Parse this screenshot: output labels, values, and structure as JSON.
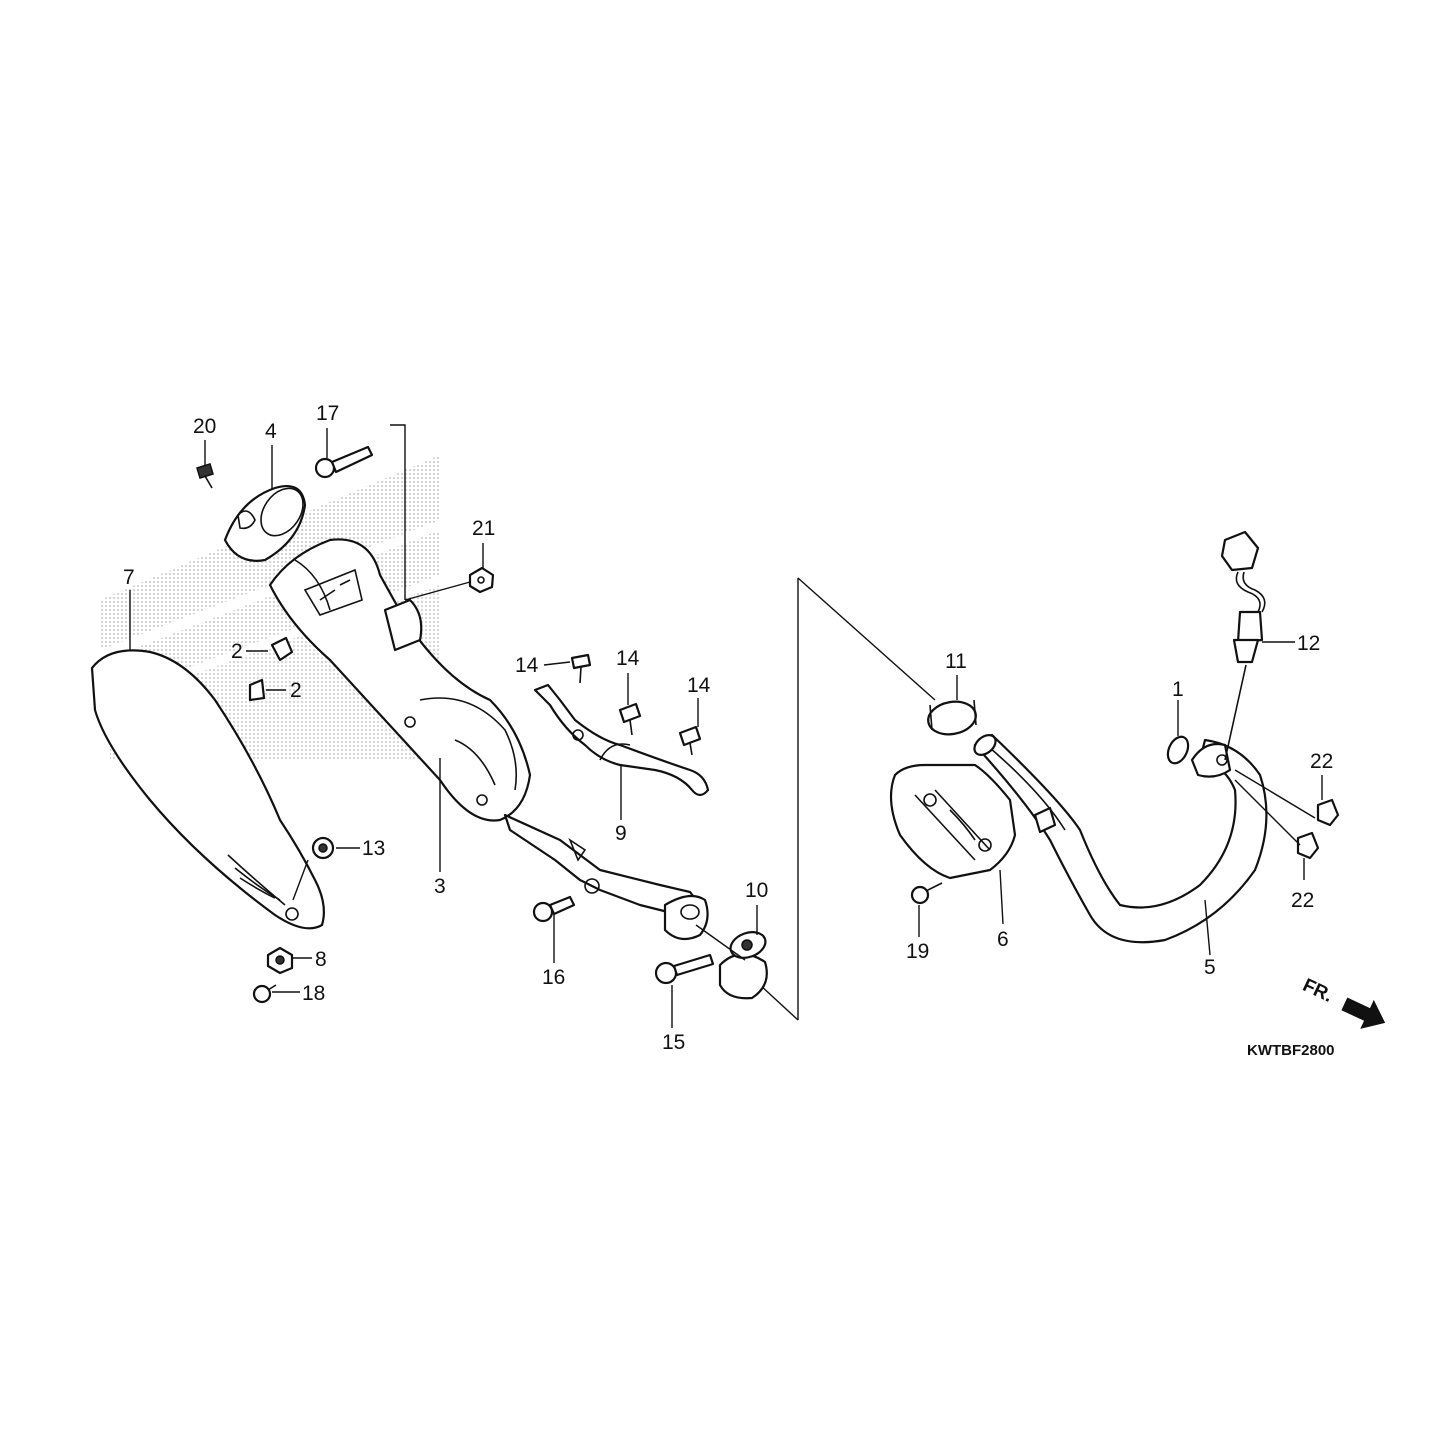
{
  "diagram": {
    "code": "KWTBF2800",
    "direction_label": "FR.",
    "colors": {
      "ink": "#111111",
      "dots": "#b5b5b5"
    },
    "callouts": [
      {
        "id": "c20",
        "label": "20"
      },
      {
        "id": "c4",
        "label": "4"
      },
      {
        "id": "c17",
        "label": "17"
      },
      {
        "id": "c21",
        "label": "21"
      },
      {
        "id": "c7",
        "label": "7"
      },
      {
        "id": "c2a",
        "label": "2"
      },
      {
        "id": "c2b",
        "label": "2"
      },
      {
        "id": "c14a",
        "label": "14"
      },
      {
        "id": "c14b",
        "label": "14"
      },
      {
        "id": "c14c",
        "label": "14"
      },
      {
        "id": "c11",
        "label": "11"
      },
      {
        "id": "c12",
        "label": "12"
      },
      {
        "id": "c1",
        "label": "1"
      },
      {
        "id": "c22a",
        "label": "22"
      },
      {
        "id": "c22b",
        "label": "22"
      },
      {
        "id": "c9",
        "label": "9"
      },
      {
        "id": "c13",
        "label": "13"
      },
      {
        "id": "c3",
        "label": "3"
      },
      {
        "id": "c10",
        "label": "10"
      },
      {
        "id": "c8",
        "label": "8"
      },
      {
        "id": "c18",
        "label": "18"
      },
      {
        "id": "c16",
        "label": "16"
      },
      {
        "id": "c15",
        "label": "15"
      },
      {
        "id": "c19",
        "label": "19"
      },
      {
        "id": "c6",
        "label": "6"
      },
      {
        "id": "c5",
        "label": "5"
      }
    ]
  }
}
